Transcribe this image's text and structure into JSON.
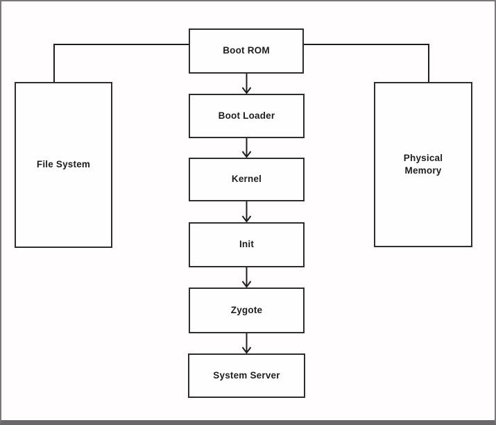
{
  "diagram": {
    "type": "flowchart",
    "nodes": [
      {
        "id": "boot-rom",
        "label": "Boot ROM"
      },
      {
        "id": "boot-loader",
        "label": "Boot Loader"
      },
      {
        "id": "kernel",
        "label": "Kernel"
      },
      {
        "id": "init",
        "label": "Init"
      },
      {
        "id": "zygote",
        "label": "Zygote"
      },
      {
        "id": "system-server",
        "label": "System Server"
      },
      {
        "id": "file-system",
        "label": "File System"
      },
      {
        "id": "physical-memory",
        "label": "Physical Memory"
      }
    ],
    "edges": [
      {
        "from": "Boot ROM",
        "to": "Boot Loader",
        "style": "arrow"
      },
      {
        "from": "Boot Loader",
        "to": "Kernel",
        "style": "arrow"
      },
      {
        "from": "Kernel",
        "to": "Init",
        "style": "arrow"
      },
      {
        "from": "Init",
        "to": "Zygote",
        "style": "arrow"
      },
      {
        "from": "Zygote",
        "to": "System Server",
        "style": "arrow"
      },
      {
        "from": "Boot ROM",
        "to": "File System",
        "style": "plain"
      },
      {
        "from": "Boot ROM",
        "to": "Physical Memory",
        "style": "plain"
      }
    ],
    "colors": {
      "background": "#fffdfe",
      "node_fill": "#fffefe",
      "node_border": "#2e2d2e",
      "connector": "#1e1e1e",
      "text": "#1d1d1f",
      "frame_border": "#7b787b",
      "frame_bottom_bar": "#6b686b"
    }
  }
}
